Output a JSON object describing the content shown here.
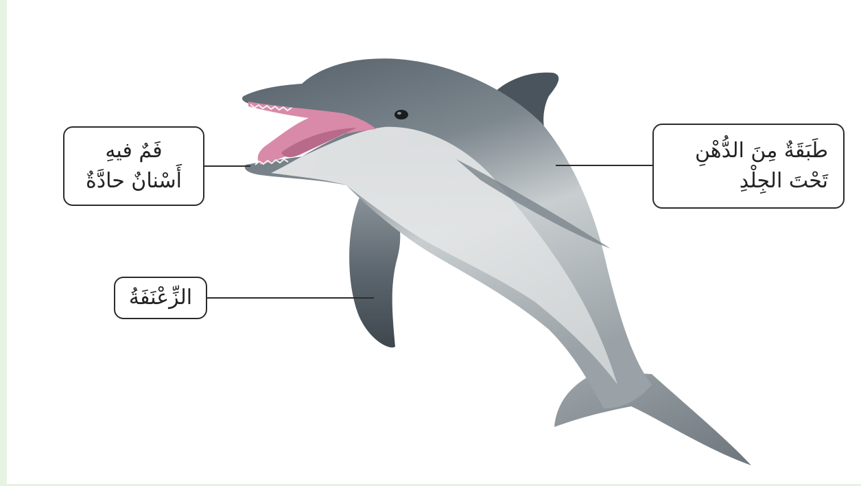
{
  "labels": {
    "mouth": {
      "line1": "فَمٌ فيهِ",
      "line2": "أَسْنانٌ حادَّةٌ"
    },
    "blubber": {
      "line1": "طَبَقَةٌ مِنَ الدُّهْنِ",
      "line2": "تَحْتَ الجِلْدِ"
    },
    "flipper": {
      "text": "الزِّعْنَفَةُ"
    }
  },
  "colors": {
    "dolphin_dark": "#4f5a62",
    "dolphin_mid": "#8a949b",
    "dolphin_belly": "#e9ecec",
    "mouth_pink": "#d98aa8",
    "frame_green": "#e6f3e2"
  }
}
